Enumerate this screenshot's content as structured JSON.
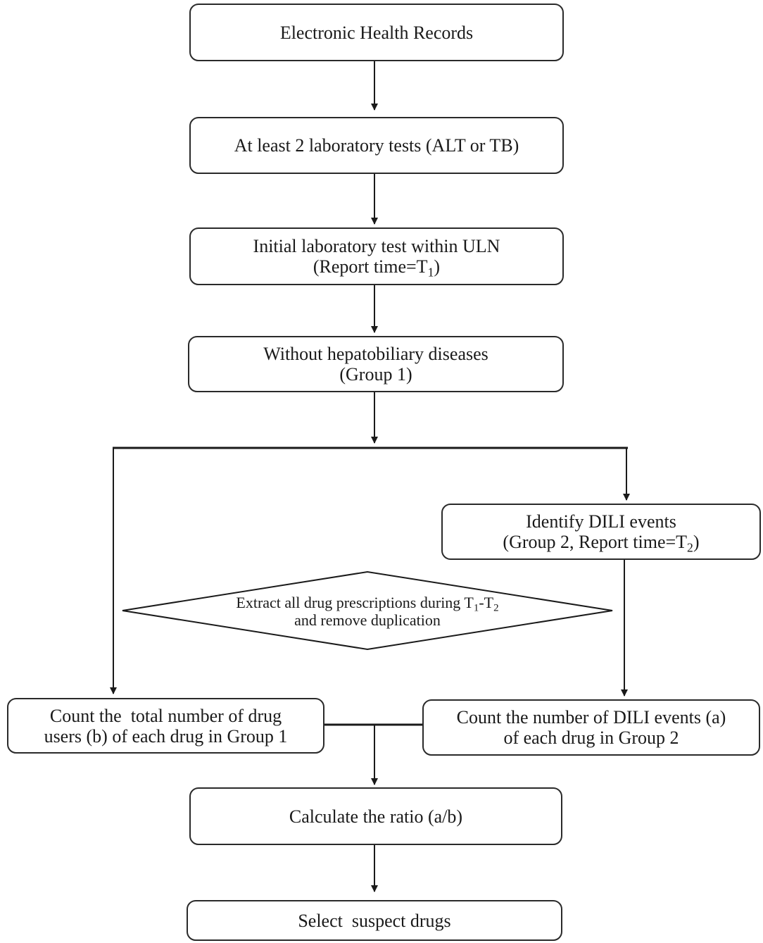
{
  "nodes": {
    "ehr": {
      "line1": "Electronic Health Records"
    },
    "lab_tests": {
      "line1": "At least 2 laboratory tests (ALT or TB)"
    },
    "initial_test": {
      "line1": "Initial laboratory test within ULN",
      "line2_pre": "(Report time=T",
      "line2_sub": "1",
      "line2_post": ")"
    },
    "without_diseases": {
      "line1": "Without hepatobiliary diseases",
      "line2": "(Group 1)"
    },
    "identify_dili": {
      "line1": "Identify DILI events",
      "line2_pre": "(Group 2, Report time=T",
      "line2_sub": "2",
      "line2_post": ")"
    },
    "extract": {
      "line1_pre": "Extract all drug prescriptions during T",
      "line1_sub1": "1",
      "line1_mid": "-T",
      "line1_sub2": "2",
      "line2": "and remove duplication"
    },
    "count_users": {
      "line1": "Count the  total number of drug",
      "line2": "users (b) of each drug in Group 1"
    },
    "count_events": {
      "line1": "Count the number of DILI events (a)",
      "line2": "of each drug in Group 2"
    },
    "ratio": {
      "line1": "Calculate the ratio (a/b)"
    },
    "select": {
      "line1": "Select  suspect drugs"
    }
  }
}
